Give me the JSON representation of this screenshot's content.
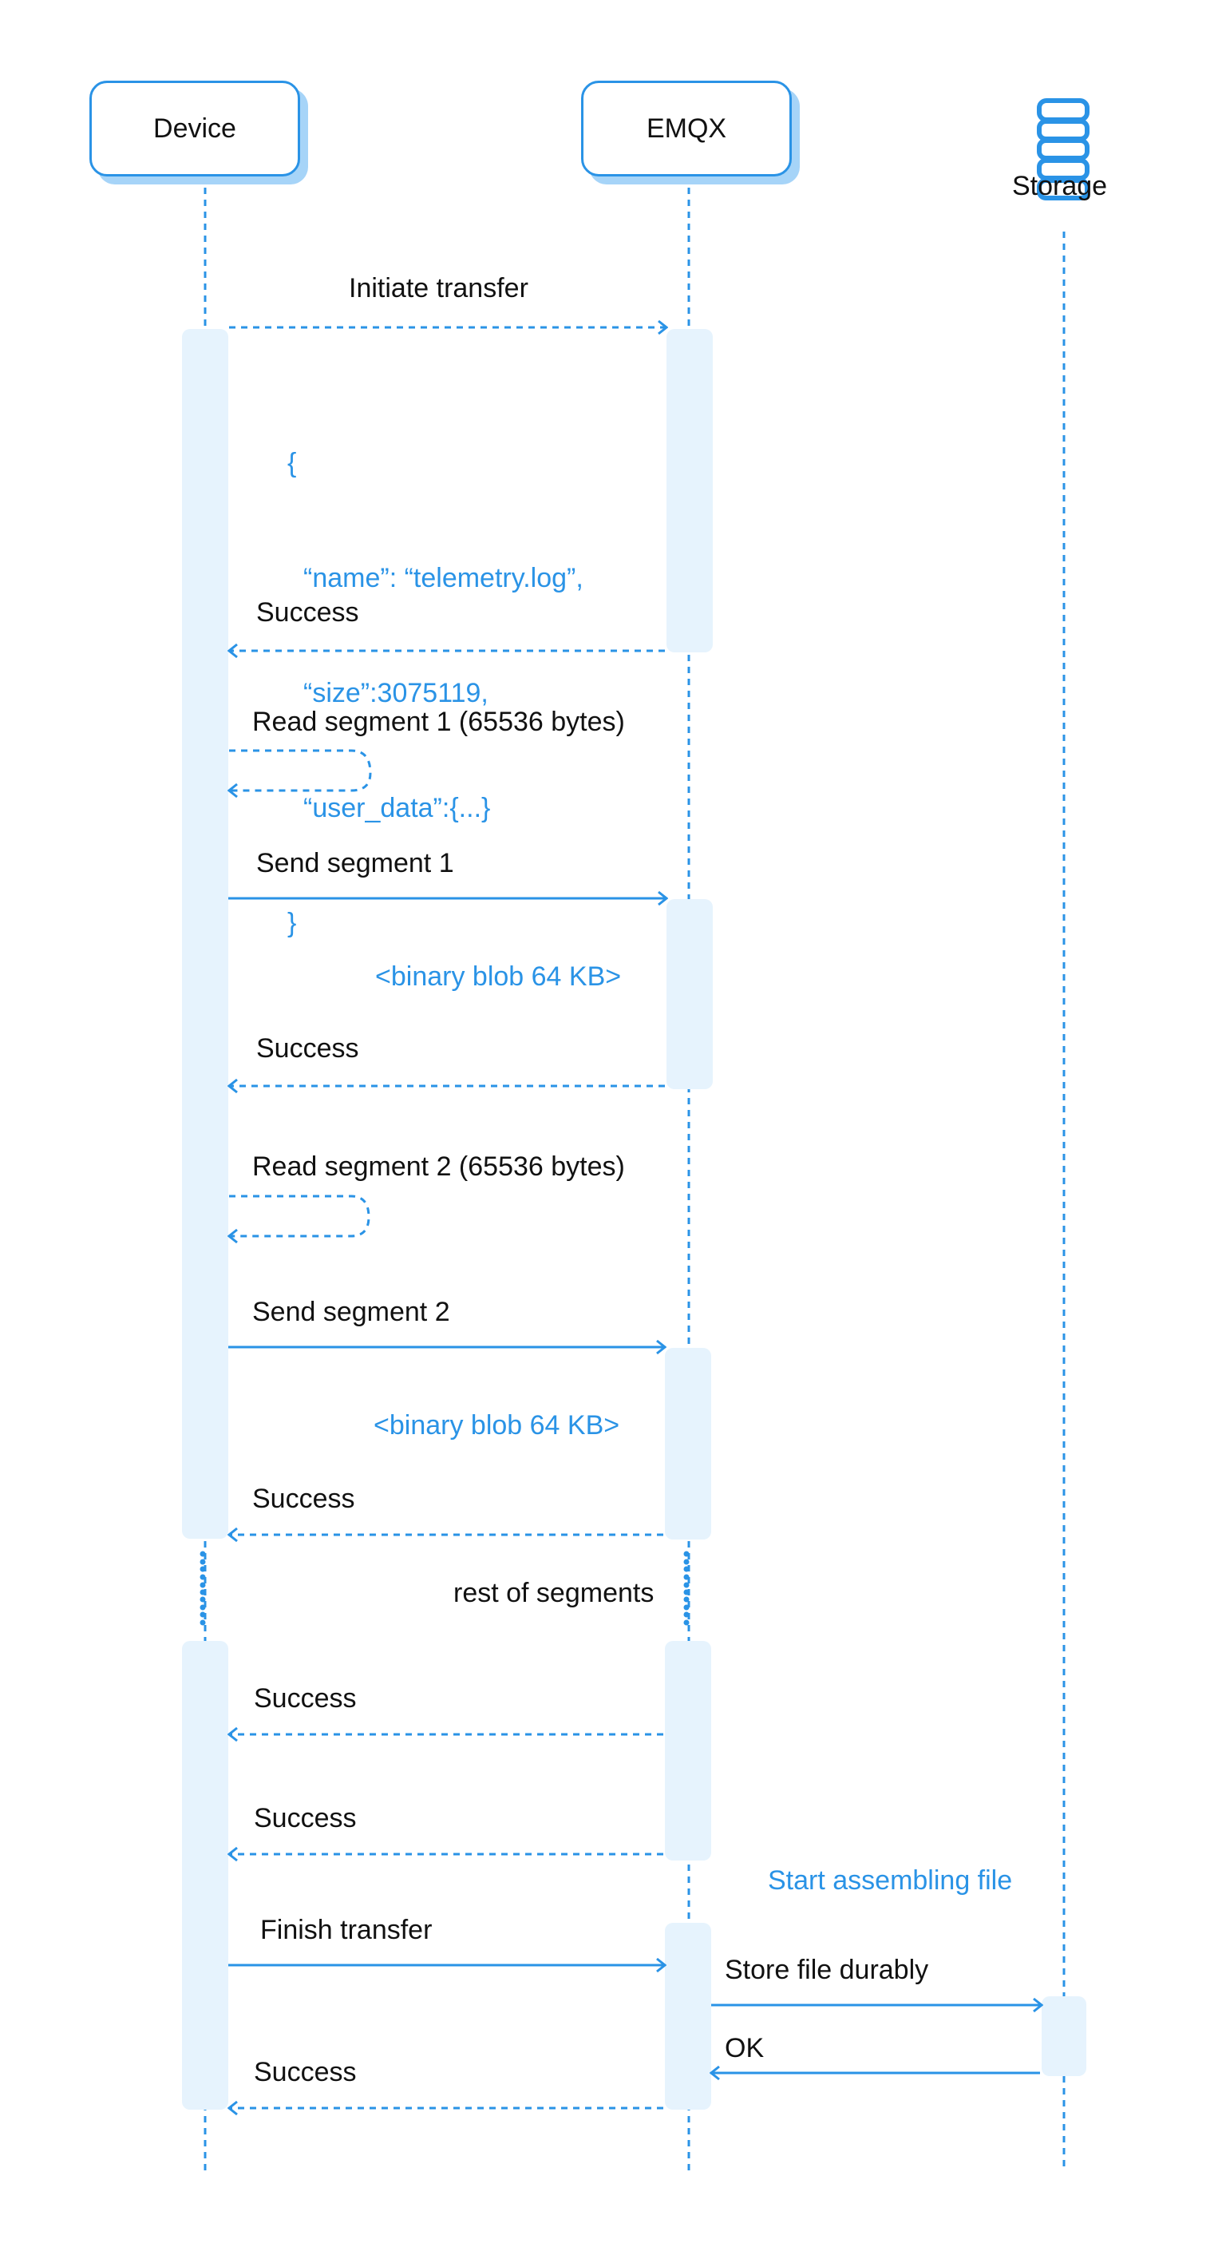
{
  "participants": [
    {
      "name": "Device",
      "type": "box"
    },
    {
      "name": "EMQX",
      "type": "box"
    },
    {
      "name": "Storage",
      "type": "database",
      "icon": "database-icon"
    }
  ],
  "messages": {
    "initiate_transfer": "Initiate transfer",
    "payload": {
      "open": "{",
      "line1": "“name”: “telemetry.log”,",
      "line2": "“size”:3075119,",
      "line3": "“user_data”:{...}",
      "close": "}"
    },
    "success_1": "Success",
    "read_segment_1": "Read segment 1 (65536 bytes)",
    "send_segment_1": "Send segment 1",
    "blob_1": "<binary blob 64 KB>",
    "success_2": "Success",
    "read_segment_2": "Read segment 2 (65536 bytes)",
    "send_segment_2": "Send segment 2",
    "blob_2": "<binary blob 64 KB>",
    "success_3": "Success",
    "rest_of_segments": "rest of segments",
    "success_4": "Success",
    "success_5": "Success",
    "start_assembling": "Start assembling file",
    "finish_transfer": "Finish transfer",
    "store_file": "Store file durably",
    "ok": "OK",
    "success_6": "Success"
  },
  "colors": {
    "accent": "#2a93e6",
    "activation": "#e6f3fd",
    "shadow": "#a6d4f8",
    "text": "#111111"
  }
}
